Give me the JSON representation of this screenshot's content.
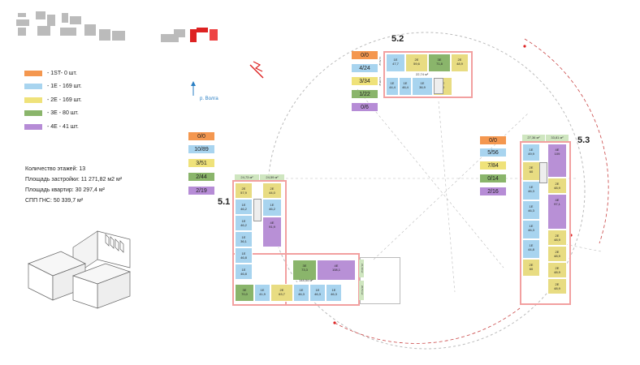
{
  "legend": [
    {
      "label": "- 1ST- 0 шт.",
      "color": "#f4974f"
    },
    {
      "label": "- 1E - 169 шт.",
      "color": "#a8d4ef"
    },
    {
      "label": "- 2E - 169 шт.",
      "color": "#efe27a"
    },
    {
      "label": "- 3E - 80 шт.",
      "color": "#8ab56b"
    },
    {
      "label": "- 4E - 41 шт.",
      "color": "#b68cd6"
    }
  ],
  "river_label": "р. Волга",
  "info": {
    "floors": "Количество этажей: 13",
    "built_area": "Площадь застройки: 11 271,82 м2 м²",
    "apartments_area": "Площадь квартир: 30 297,4 м²",
    "spp": "СПП ГНС: 50 339,7 м²"
  },
  "buildings": [
    {
      "id": "5.1",
      "label": "5.1",
      "badges": [
        "0/0",
        "10/89",
        "3/51",
        "2/44",
        "2/19"
      ]
    },
    {
      "id": "5.2",
      "label": "5.2",
      "badges": [
        "0/0",
        "4/24",
        "3/34",
        "1/22",
        "0/6"
      ]
    },
    {
      "id": "5.3",
      "label": "5.3",
      "badges": [
        "0/0",
        "5/56",
        "7/84",
        "0/14",
        "2/16"
      ]
    }
  ],
  "b51": {
    "terraces": [
      "24,73 м²",
      "24,59 м²"
    ],
    "left_col": [
      {
        "t": "2E",
        "a": "57,9",
        "c": "c2e"
      },
      {
        "t": "1E",
        "a": "46,2",
        "c": "c1e"
      },
      {
        "t": "1E",
        "a": "46,2",
        "c": "c1e"
      },
      {
        "t": "1E",
        "a": "36,1",
        "c": "c1e"
      },
      {
        "t": "1E",
        "a": "46,8",
        "c": "c1e"
      },
      {
        "t": "1E",
        "a": "46,8",
        "c": "c1e"
      }
    ],
    "right_col": [
      {
        "t": "2E",
        "a": "44,0",
        "c": "c2e"
      },
      {
        "t": "1E",
        "a": "46,2",
        "c": "c1e"
      },
      {
        "t": "4E",
        "a": "91,9",
        "c": "c4e"
      }
    ],
    "bottom_row": [
      {
        "t": "3E",
        "a": "70,0",
        "c": "c3e"
      },
      {
        "t": "1E",
        "a": "41,9",
        "c": "c1e"
      },
      {
        "t": "2E",
        "a": "63,7",
        "c": "c2e"
      },
      {
        "t": "1E",
        "a": "46,3",
        "c": "c1e"
      },
      {
        "t": "1E",
        "a": "46,3",
        "c": "c1e"
      },
      {
        "t": "1E",
        "a": "46,3",
        "c": "c1e"
      }
    ],
    "mid_row": [
      {
        "t": "3E",
        "a": "73,3",
        "c": "c3e"
      },
      {
        "t": "4E",
        "a": "108,1",
        "c": "c4e"
      }
    ],
    "corridor": "148,54 м²",
    "dim_right_top": "21,39 м²",
    "dim_right_bottom": "20,53 м²"
  },
  "b52": {
    "top_row": [
      {
        "t": "1E",
        "a": "47,7",
        "c": "c1e"
      },
      {
        "t": "2E",
        "a": "59,6",
        "c": "c2e"
      },
      {
        "t": "3E",
        "a": "71,8",
        "c": "c3e"
      },
      {
        "t": "2E",
        "a": "48,9",
        "c": "c2e"
      }
    ],
    "bottom_row": [
      {
        "t": "1E",
        "a": "44,4",
        "c": "c1e"
      },
      {
        "t": "1E",
        "a": "46,4",
        "c": "c1e"
      },
      {
        "t": "1E",
        "a": "36,9",
        "c": "c1e"
      },
      {
        "t": "2E",
        "a": "60",
        "c": "c2e"
      }
    ],
    "corridor": "22,74 м²",
    "dim_left_top": "11,51 м²",
    "dim_left_bottom": "11,88 м²"
  },
  "b53": {
    "terraces": [
      "27,36 м²",
      "33,81 м²"
    ],
    "left_col": [
      {
        "t": "1E",
        "a": "49,9",
        "c": "c1e"
      },
      {
        "t": "2E",
        "a": "60",
        "c": "c2e"
      },
      {
        "t": "1E",
        "a": "46,3",
        "c": "c1e"
      },
      {
        "t": "1E",
        "a": "46,3",
        "c": "c1e"
      },
      {
        "t": "1E",
        "a": "46,3",
        "c": "c1e"
      },
      {
        "t": "1E",
        "a": "44,8",
        "c": "c1e"
      },
      {
        "t": "2E",
        "a": "60",
        "c": "c2e"
      }
    ],
    "right_col": [
      {
        "t": "4E",
        "a": "109",
        "c": "c4e"
      },
      {
        "t": "2E",
        "a": "48,9",
        "c": "c2e"
      },
      {
        "t": "4E",
        "a": "97,1",
        "c": "c4e"
      },
      {
        "t": "2E",
        "a": "48,9",
        "c": "c2e"
      },
      {
        "t": "2E",
        "a": "48,9",
        "c": "c2e"
      },
      {
        "t": "2E",
        "a": "48,9",
        "c": "c2e"
      },
      {
        "t": "2E",
        "a": "48,9",
        "c": "c2e"
      }
    ]
  }
}
